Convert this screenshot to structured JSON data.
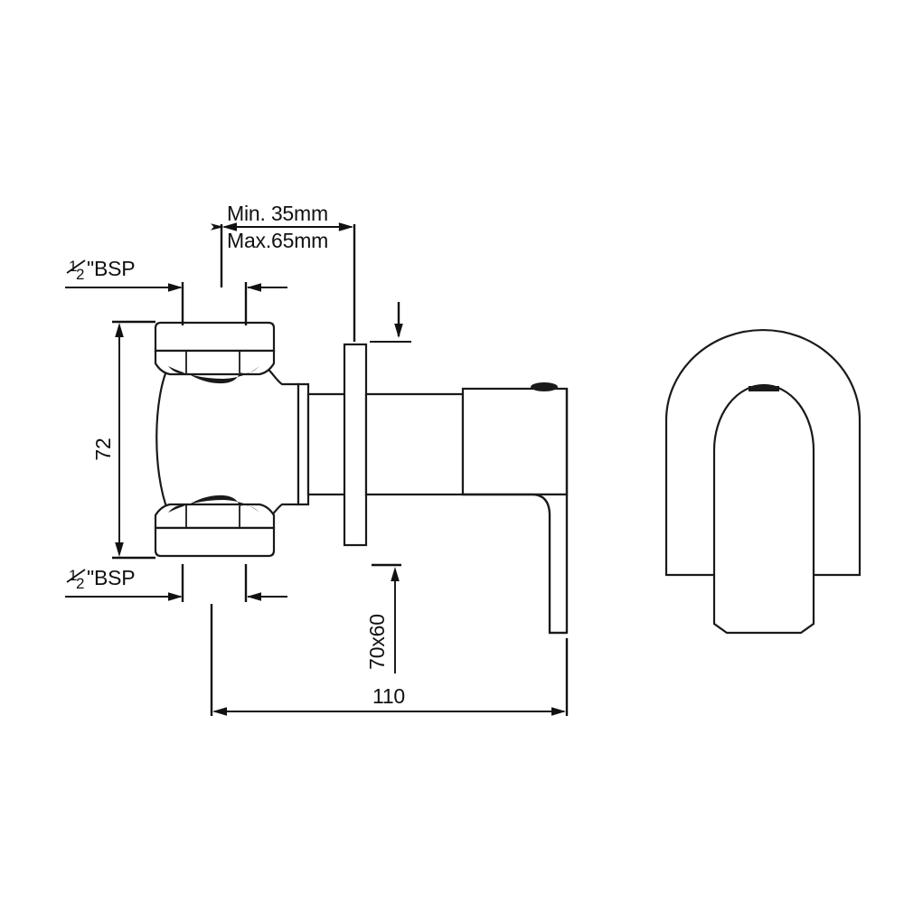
{
  "drawing": {
    "title": "Concealed Shower Valve Dimension Drawing",
    "background_color": "#ffffff",
    "line_color": "#1a1a1a",
    "views": [
      {
        "name": "side-section-view",
        "description": "Side elevation of concealed shower mixer valve body with inlet nuts, wall flange and lever handle"
      },
      {
        "name": "front-view",
        "description": "Front elevation of arched escutcheon plate with lever handle"
      }
    ],
    "dimensions": {
      "inlet_top_label": "½\"BSP",
      "inlet_bottom_label": "½\"BSP",
      "depth_min_label": "Min. 35mm",
      "depth_max_label": "Max.65mm",
      "height_label": "72",
      "plate_size_label": "70x60",
      "overall_length_label": "110"
    },
    "fraction": {
      "numerator": "1",
      "denominator": "2",
      "suffix": "\"BSP"
    }
  }
}
